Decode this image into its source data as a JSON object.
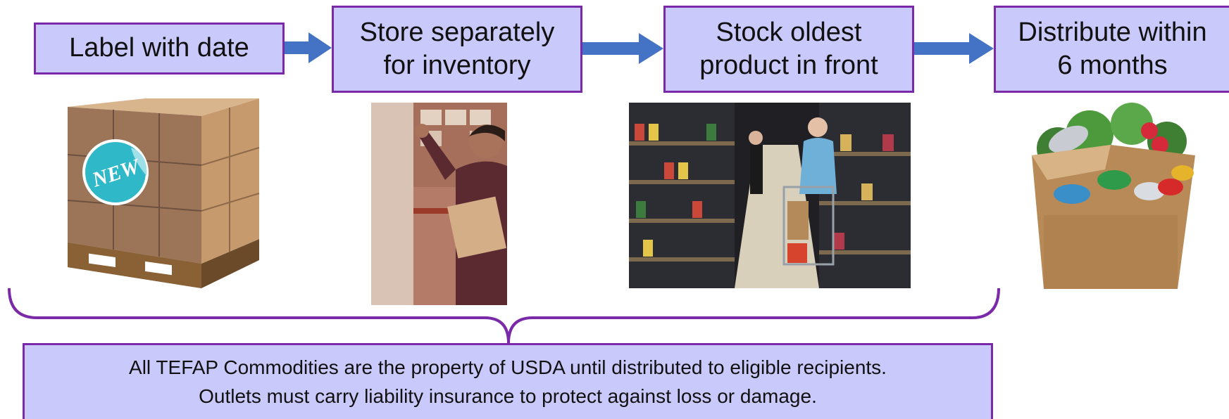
{
  "steps": [
    {
      "label": "Label with date"
    },
    {
      "label": "Store separately\nfor inventory"
    },
    {
      "label": "Stock oldest\nproduct in front"
    },
    {
      "label": "Distribute within\n6 months"
    }
  ],
  "sticker": {
    "text": "NEW"
  },
  "notice": {
    "line1": "All TEFAP Commodities are the property of USDA until distributed to eligible recipients.",
    "line2": "Outlets must carry liability insurance to protect against loss or damage."
  },
  "colors": {
    "box_fill": "#c9c9fb",
    "box_border": "#7a2aa8",
    "arrow": "#4472c4",
    "brace": "#7a2aa8"
  },
  "icons": [
    "pallet-boxes-photo",
    "warehouse-worker-photo",
    "food-pantry-shelves-photo",
    "grocery-bag-photo"
  ]
}
